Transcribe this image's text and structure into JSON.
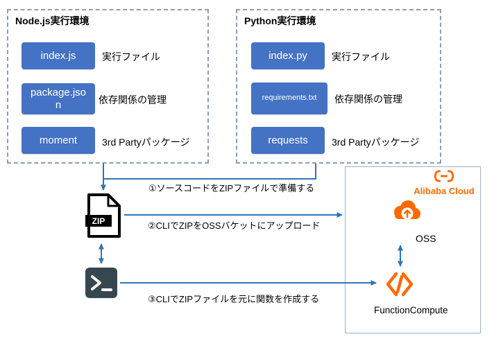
{
  "nodejs_box": {
    "title": "Node.js実行環境",
    "items": [
      {
        "name": "index.js",
        "desc": "実行ファイル"
      },
      {
        "name": "package.json",
        "desc": "依存関係の管理"
      },
      {
        "name": "moment",
        "desc": "3rd Partyパッケージ"
      }
    ]
  },
  "python_box": {
    "title": "Python実行環境",
    "items": [
      {
        "name": "index.py",
        "desc": "実行ファイル"
      },
      {
        "name": "requirements.txt",
        "desc": "依存関係の管理"
      },
      {
        "name": "requests",
        "desc": "3rd Partyパッケージ"
      }
    ]
  },
  "steps": [
    {
      "label": "①ソースコードをZIPファイルで準備する"
    },
    {
      "label": "②CLIでZIPをOSSバケットにアップロード"
    },
    {
      "label": "③CLIでZIPファイルを元に関数を作成する"
    }
  ],
  "cloud": {
    "brand": "Alibaba Cloud",
    "oss": "OSS",
    "function_compute": "FunctionCompute"
  },
  "zip_icon_label": "ZIP",
  "colors": {
    "chip_blue": "#4472C4",
    "arrow_blue": "#2E75B6",
    "alibaba_orange": "#FF6A00",
    "terminal_dark": "#37474F"
  }
}
